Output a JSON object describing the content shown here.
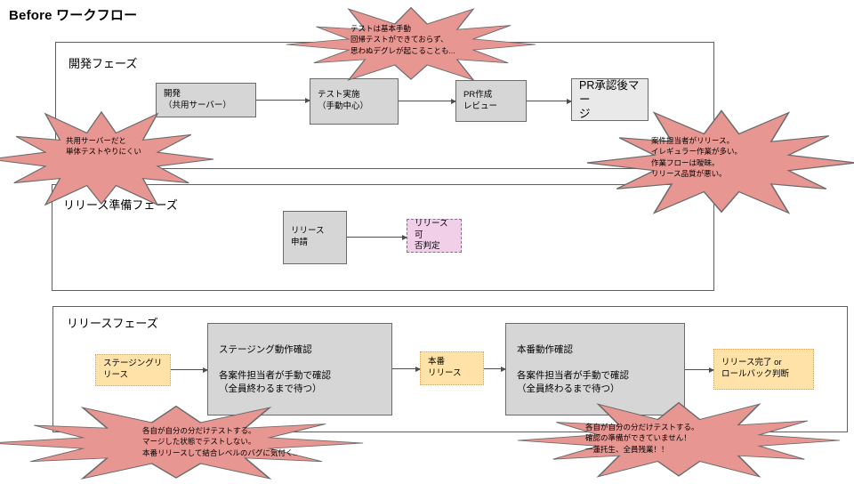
{
  "title": "Before ワークフロー",
  "colors": {
    "text": "#000000",
    "container_stroke": "#5f5f5f",
    "node_fill": "#d6d6d6",
    "node_stroke": "#6b6b6b",
    "node_light_fill": "#e9e9e9",
    "yellow_fill": "#ffe2a8",
    "yellow_stroke": "#d7a55c",
    "pink_fill": "#f2cfe9",
    "pink_stroke": "#8a7090",
    "burst_fill": "#e89692",
    "burst_stroke": "#6b6b6b",
    "arrow": "#4d4d4d"
  },
  "phases": {
    "dev": "開発フェーズ",
    "prep": "リリース準備フェーズ",
    "release": "リリースフェーズ"
  },
  "nodes": {
    "develop": "開発\n（共用サーバー）",
    "test": "テスト実施\n（手動中心）",
    "pr": "PR作成\nレビュー",
    "merge": "PR承認後マー\nジ",
    "request": "リリース\n申請",
    "judge": "リリース可\n否判定",
    "staging_release": "ステージングリ\nリース",
    "staging_check": "ステージング動作確認\n\n各案件担当者が手動で確認\n（全員終わるまで待つ）",
    "prod_release": "本番\nリリース",
    "prod_check": "本番動作確認\n\n各案件担当者が手動で確認\n（全員終わるまで待つ）",
    "done": "リリース完了 or\nロールバック判断"
  },
  "bursts": {
    "top": "テストは基本手動\n回帰テストができておらず、\n思わぬデグレが起こることも...",
    "left": "共用サーバーだと\n単体テストやりにくい",
    "right": "案件担当者がリリース。\nイレギュラー作業が多い。\n作業フローは曖昧。\nリリース品質が悪い。",
    "bottom_left": "各自が自分の分だけテストする。\nマージした状態でテストしない。\n本番リリースして結合レベルのバグに気付く..",
    "bottom_right": "各自が自分の分だけテストする。\n確認の準備ができていません！\n一蓮托生、全員残業！！"
  }
}
